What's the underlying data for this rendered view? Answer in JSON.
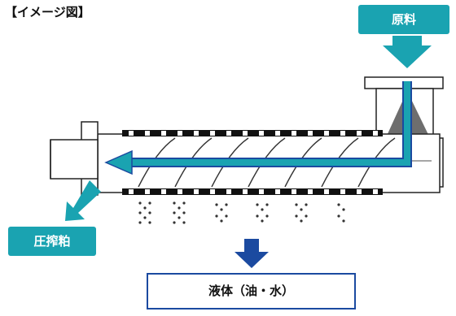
{
  "title": "【イメージ図】",
  "labels": {
    "raw_material": "原料",
    "press_cake": "圧搾粕",
    "liquid": "液体（油・水）"
  },
  "colors": {
    "label_bg": "#1aa3b1",
    "flow_arrow": "#1aa3b1",
    "flow_arrow_outline": "#1b4aa0",
    "down_arrow": "#1b4aa0",
    "machine_line": "#222222"
  }
}
